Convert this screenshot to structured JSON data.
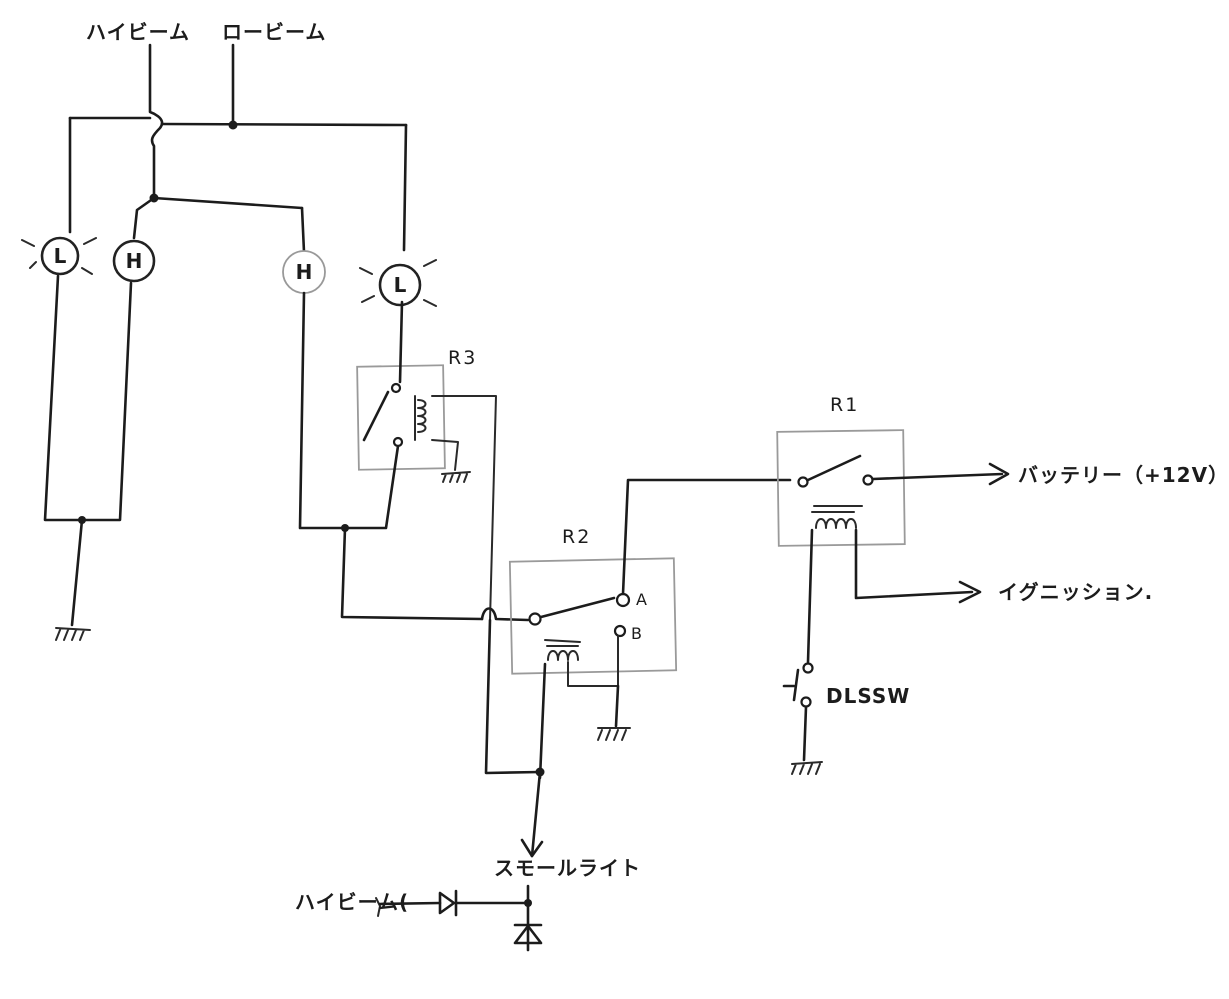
{
  "labels": {
    "high_beam": "ハイビーム",
    "low_beam": "ロービーム",
    "battery": "バッテリー（+12V）",
    "ignition": "イグニッション.",
    "small_light": "スモールライト",
    "high_beam_in": "ハイビーム(",
    "dlssw": "DLSSW"
  },
  "relays": {
    "r1": "R1",
    "r2": "R2",
    "r3": "R3"
  },
  "terminals": {
    "a": "A",
    "b": "B"
  },
  "lamps": {
    "low": "L",
    "high": "H"
  },
  "colors": {
    "ink": "#1c1c1c",
    "faint": "#9a9a9a",
    "paper": "#ffffff"
  }
}
